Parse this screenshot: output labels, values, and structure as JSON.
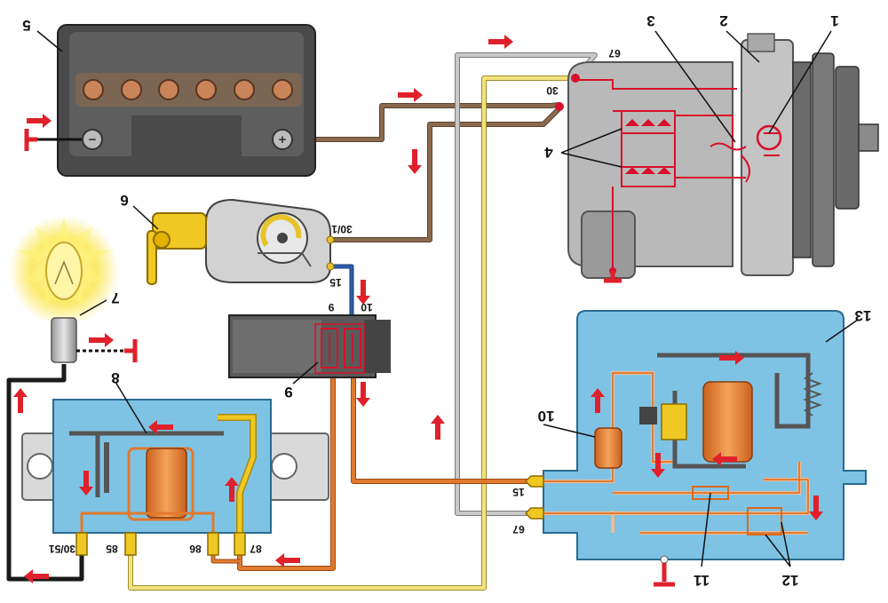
{
  "callouts": {
    "n1": "1",
    "n2": "2",
    "n3": "3",
    "n4": "4",
    "n5": "5",
    "n6": "6",
    "n7": "7",
    "n8": "8",
    "n9": "9",
    "n10": "10",
    "n11": "11",
    "n12": "12",
    "n13": "13"
  },
  "terminals": {
    "gen_67": "67",
    "gen_30": "30",
    "switch_30_1": "30/1",
    "switch_15": "15",
    "fuse_10": "10",
    "fuse_9": "9",
    "relay_30_51": "30/51",
    "relay_85": "85",
    "relay_86": "86",
    "relay_87": "87",
    "reg_15": "15",
    "reg_67": "67"
  },
  "colors": {
    "wire_brown": "#8a6a4e",
    "wire_yellow": "#f3e27e",
    "wire_grey": "#b4b4b4",
    "wire_orange": "#e07a2e",
    "wire_black": "#1a1a1a",
    "wire_blue": "#2d5fa8",
    "circuit_red": "#d8102a",
    "regulator_blue": "#7fc3e4",
    "battery_grey": "#555555",
    "arrow_red": "#e0202a"
  }
}
